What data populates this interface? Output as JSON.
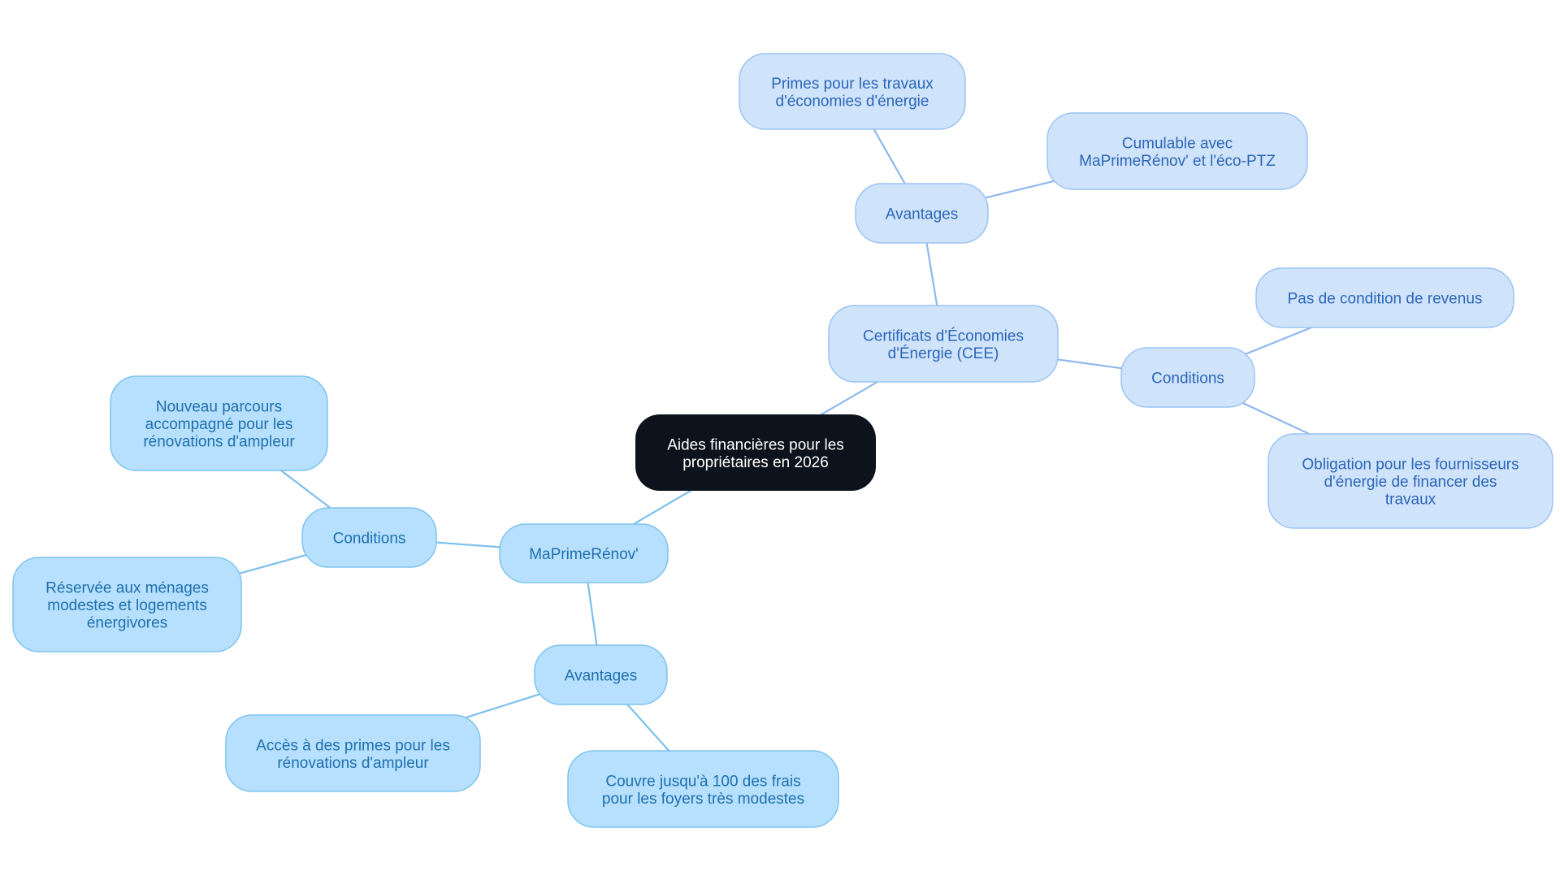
{
  "diagram": {
    "type": "mindmap",
    "root": {
      "label": "Aides financières pour les propriétaires en 2026"
    },
    "branches": [
      {
        "label": "MaPrimeRénov'",
        "children": [
          {
            "label": "Conditions",
            "children": [
              {
                "label": "Nouveau parcours accompagné pour les rénovations d'ampleur"
              },
              {
                "label": "Réservée aux ménages modestes et logements énergivores"
              }
            ]
          },
          {
            "label": "Avantages",
            "children": [
              {
                "label": "Accès à des primes pour les rénovations d'ampleur"
              },
              {
                "label": "Couvre jusqu'à 100 des frais pour les foyers très modestes"
              }
            ]
          }
        ]
      },
      {
        "label": "Certificats d'Économies d'Énergie (CEE)",
        "children": [
          {
            "label": "Avantages",
            "children": [
              {
                "label": "Primes pour les travaux d'économies d'énergie"
              },
              {
                "label": "Cumulable avec MaPrimeRénov' et l'éco-PTZ"
              }
            ]
          },
          {
            "label": "Conditions",
            "children": [
              {
                "label": "Pas de condition de revenus"
              },
              {
                "label": "Obligation pour les fournisseurs d'énergie de financer des travaux"
              }
            ]
          }
        ]
      }
    ]
  },
  "colors": {
    "root_fill": "#0d131c",
    "root_text": "#ffffff",
    "left_fill": "#b6e0fe",
    "left_stroke": "#7fc3ee",
    "left_text": "#1f6fae",
    "right_fill": "#cfe3fb",
    "right_stroke": "#9cc4f2",
    "right_text": "#2c66b8",
    "edge_left": "#7cc0ec",
    "edge_right": "#8db8ee"
  }
}
